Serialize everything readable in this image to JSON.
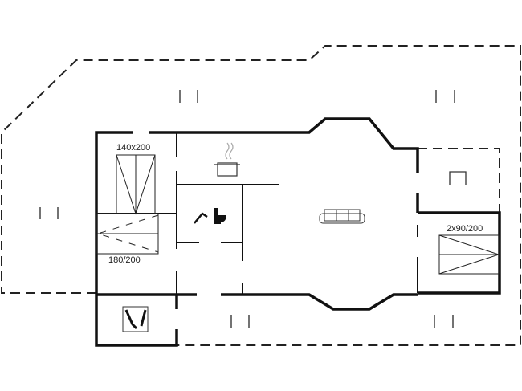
{
  "labels": {
    "bed1": "140x200",
    "bed2": "180/200",
    "bed3": "2x90/200"
  },
  "icons": [
    "pot-icon",
    "shower-icon",
    "toilet-icon",
    "sofa-icon",
    "washing-icon",
    "grill-icon"
  ],
  "colors": {
    "wall": "#111111",
    "dashed": "#222222",
    "furniture": "#333333"
  }
}
